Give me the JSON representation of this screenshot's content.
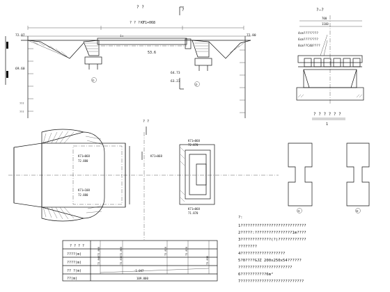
{
  "elevation": {
    "title": "? ?",
    "dim_total": "? ? ? ?",
    "station_label": "K71+068",
    "slope_label": "i=",
    "level_left_top": "72.87",
    "level_right_top": "72.80",
    "level_left_ground": "69.60",
    "level_pier": "53.6",
    "level_right_low": "64.73",
    "level_right_base": "63.23",
    "circle_labels": [
      "①",
      "②"
    ]
  },
  "section": {
    "title": "?—?",
    "dims_top": [
      "700",
      "1160"
    ],
    "rebar_labels": [
      "4cm????????",
      "6cm????????",
      "8cm??C40????"
    ],
    "caption": "? ? ? ? ? ?"
  },
  "plan": {
    "title": "? ?",
    "station_1": "K71+068",
    "station_1_level": "72.880",
    "station_2": "K71+108",
    "station_2_level": "72.880",
    "abutment_station_top": "K71+068",
    "abutment_level_top": "72.870",
    "abutment_station_bottom": "K71+068",
    "abutment_level_bottom": "71.870"
  },
  "piers": {
    "labels": [
      "③",
      "④"
    ]
  },
  "notes": {
    "header": "?:",
    "lines": [
      "1????????????????????????????",
      "2?????:????????????????1m????",
      "3?????????????(?)????????????",
      "????????",
      "4???????????????????",
      "5?0????GJZ 200x250x54??????",
      "???????????????????????",
      "6???????????6m²",
      "7???????????????????????????"
    ]
  },
  "profile_table": {
    "row_labels": [
      "? ? ? ?",
      "????(m)",
      "????(m)",
      "?? ?(m)",
      "??(m)"
    ],
    "values": [
      "72.880",
      "72.860",
      "72.810",
      "72.870",
      "72.840",
      "72.830",
      "72.830"
    ],
    "slope_value": "-1.047",
    "length_value": "109.000"
  }
}
